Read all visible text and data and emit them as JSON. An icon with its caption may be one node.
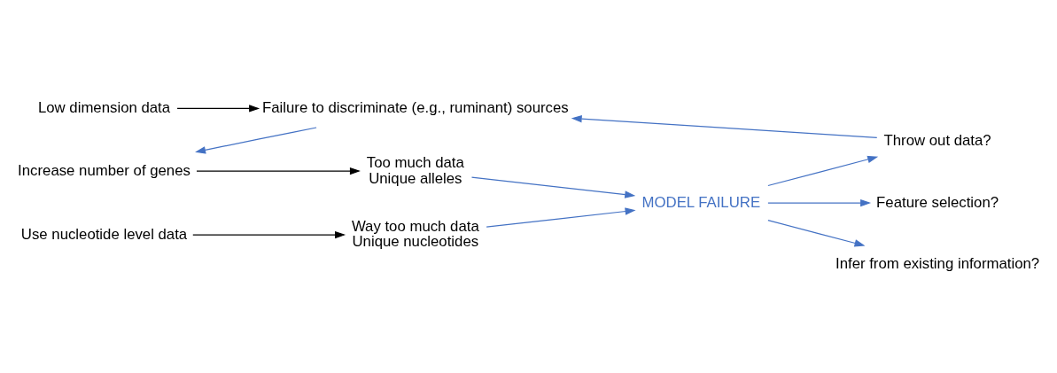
{
  "diagram": {
    "nodes": [
      {
        "text": [
          "Low dimension data"
        ]
      },
      {
        "text": [
          "Failure to discriminate (e.g., ruminant) sources"
        ]
      },
      {
        "text": [
          "Increase number of genes"
        ]
      },
      {
        "text": [
          "Too much data",
          "Unique alleles"
        ]
      },
      {
        "text": [
          "Use nucleotide level data"
        ]
      },
      {
        "text": [
          "Way too much data",
          "Unique nucleotides"
        ]
      },
      {
        "text": [
          "MODEL FAILURE"
        ]
      },
      {
        "text": [
          "Throw out data?"
        ]
      },
      {
        "text": [
          "Feature selection?"
        ]
      },
      {
        "text": [
          "Infer from existing information?"
        ]
      }
    ],
    "edges": [
      {
        "from": 0,
        "to": 1,
        "arrow": "to",
        "color": "#000000"
      },
      {
        "from": 1,
        "to": 2,
        "arrow": "to"
      },
      {
        "from": 2,
        "to": 3,
        "arrow": "to",
        "color": "#000000"
      },
      {
        "from": 4,
        "to": 5,
        "arrow": "to",
        "color": "#000000"
      },
      {
        "from": 3,
        "to": 6,
        "arrow": "to"
      },
      {
        "from": 5,
        "to": 6,
        "arrow": "to"
      },
      {
        "from": 6,
        "to": 7,
        "arrow": "to"
      },
      {
        "from": 6,
        "to": 8,
        "arrow": "to"
      },
      {
        "from": 6,
        "to": 9,
        "arrow": "to"
      },
      {
        "from": 7,
        "to": 1,
        "arrow": "to"
      }
    ]
  }
}
